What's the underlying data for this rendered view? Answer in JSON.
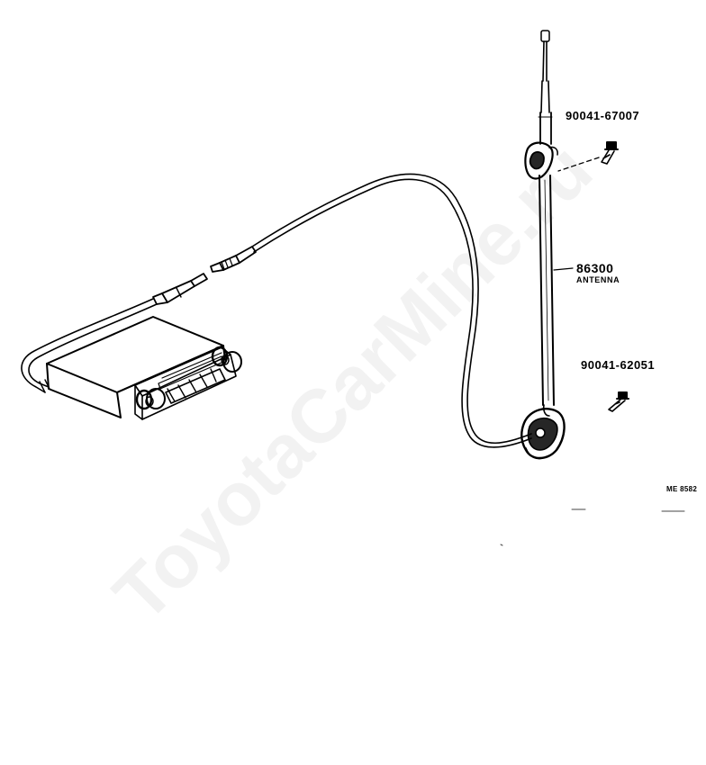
{
  "callouts": {
    "screw_top": "90041-67007",
    "antenna_no": "86300",
    "antenna_name": "ANTENNA",
    "screw_bottom": "90041-62051"
  },
  "diagram_ref": "ME 8582",
  "watermark": "ToyotaCarMine.ru"
}
